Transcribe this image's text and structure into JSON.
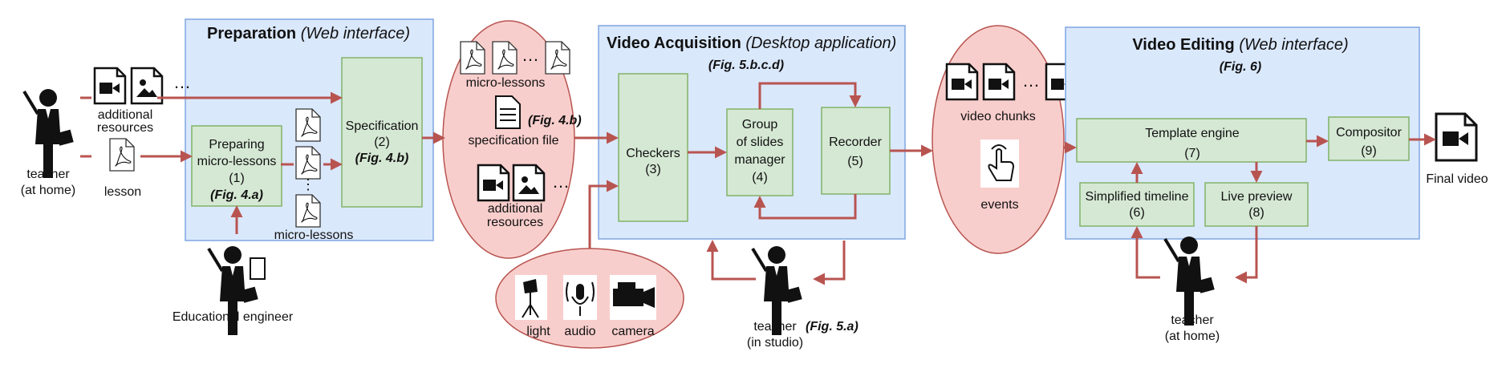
{
  "colors": {
    "panel": "#dae8fc",
    "process_box": "#d5e8d4",
    "artifact_ellipse": "#f8cecc",
    "arrow": "#b85450"
  },
  "preparation": {
    "title": "Preparation",
    "subtitle": "(Web interface)",
    "box1": {
      "line1": "Preparing",
      "line2": "micro-lessons",
      "line3": "(1)",
      "fig": "(Fig. 4.a)"
    },
    "box2": {
      "line1": "Specification",
      "line2": "(2)",
      "fig": "(Fig. 4.b)"
    },
    "microlessons_label": "micro-lessons"
  },
  "inputs": {
    "additional_resources_l1": "additional",
    "additional_resources_l2": "resources",
    "ellipsis": "…",
    "lesson": "lesson",
    "teacher_home_l1": "teacher",
    "teacher_home_l2": "(at home)",
    "edu_engineer": "Educational engineer"
  },
  "artifacts1": {
    "microlessons": "micro-lessons",
    "ellipsis": "…",
    "spec_fig": "(Fig. 4.b)",
    "spec_file": "specification file",
    "addres_l1": "additional",
    "addres_l2": "resources",
    "ellipsis2": "…"
  },
  "acquisition": {
    "title": "Video Acquisition",
    "subtitle": "(Desktop application)",
    "fig": "(Fig. 5.b.c.d)",
    "checkers": {
      "line1": "Checkers",
      "line2": "(3)"
    },
    "group": {
      "line1": "Group",
      "line2": "of slides",
      "line3": "manager",
      "line4": "(4)"
    },
    "recorder": {
      "line1": "Recorder",
      "line2": "(5)"
    },
    "teacher_l1": "teacher",
    "teacher_l2": "(in studio)",
    "teacher_fig": "(Fig. 5.a)"
  },
  "equipment": {
    "light": "light",
    "audio": "audio",
    "camera": "camera"
  },
  "artifacts2": {
    "video_chunks": "video chunks",
    "ellipsis": "…",
    "events": "events"
  },
  "editing": {
    "title": "Video Editing",
    "subtitle": "(Web interface)",
    "fig": "(Fig. 6)",
    "template": {
      "line1": "Template engine",
      "line2": "(7)"
    },
    "compositor": {
      "line1": "Compositor",
      "line2": "(9)"
    },
    "timeline": {
      "line1": "Simplified timeline",
      "line2": "(6)"
    },
    "preview": {
      "line1": "Live preview",
      "line2": "(8)"
    },
    "teacher_l1": "teacher",
    "teacher_l2": "(at home)"
  },
  "output": {
    "final_video": "Final video"
  }
}
